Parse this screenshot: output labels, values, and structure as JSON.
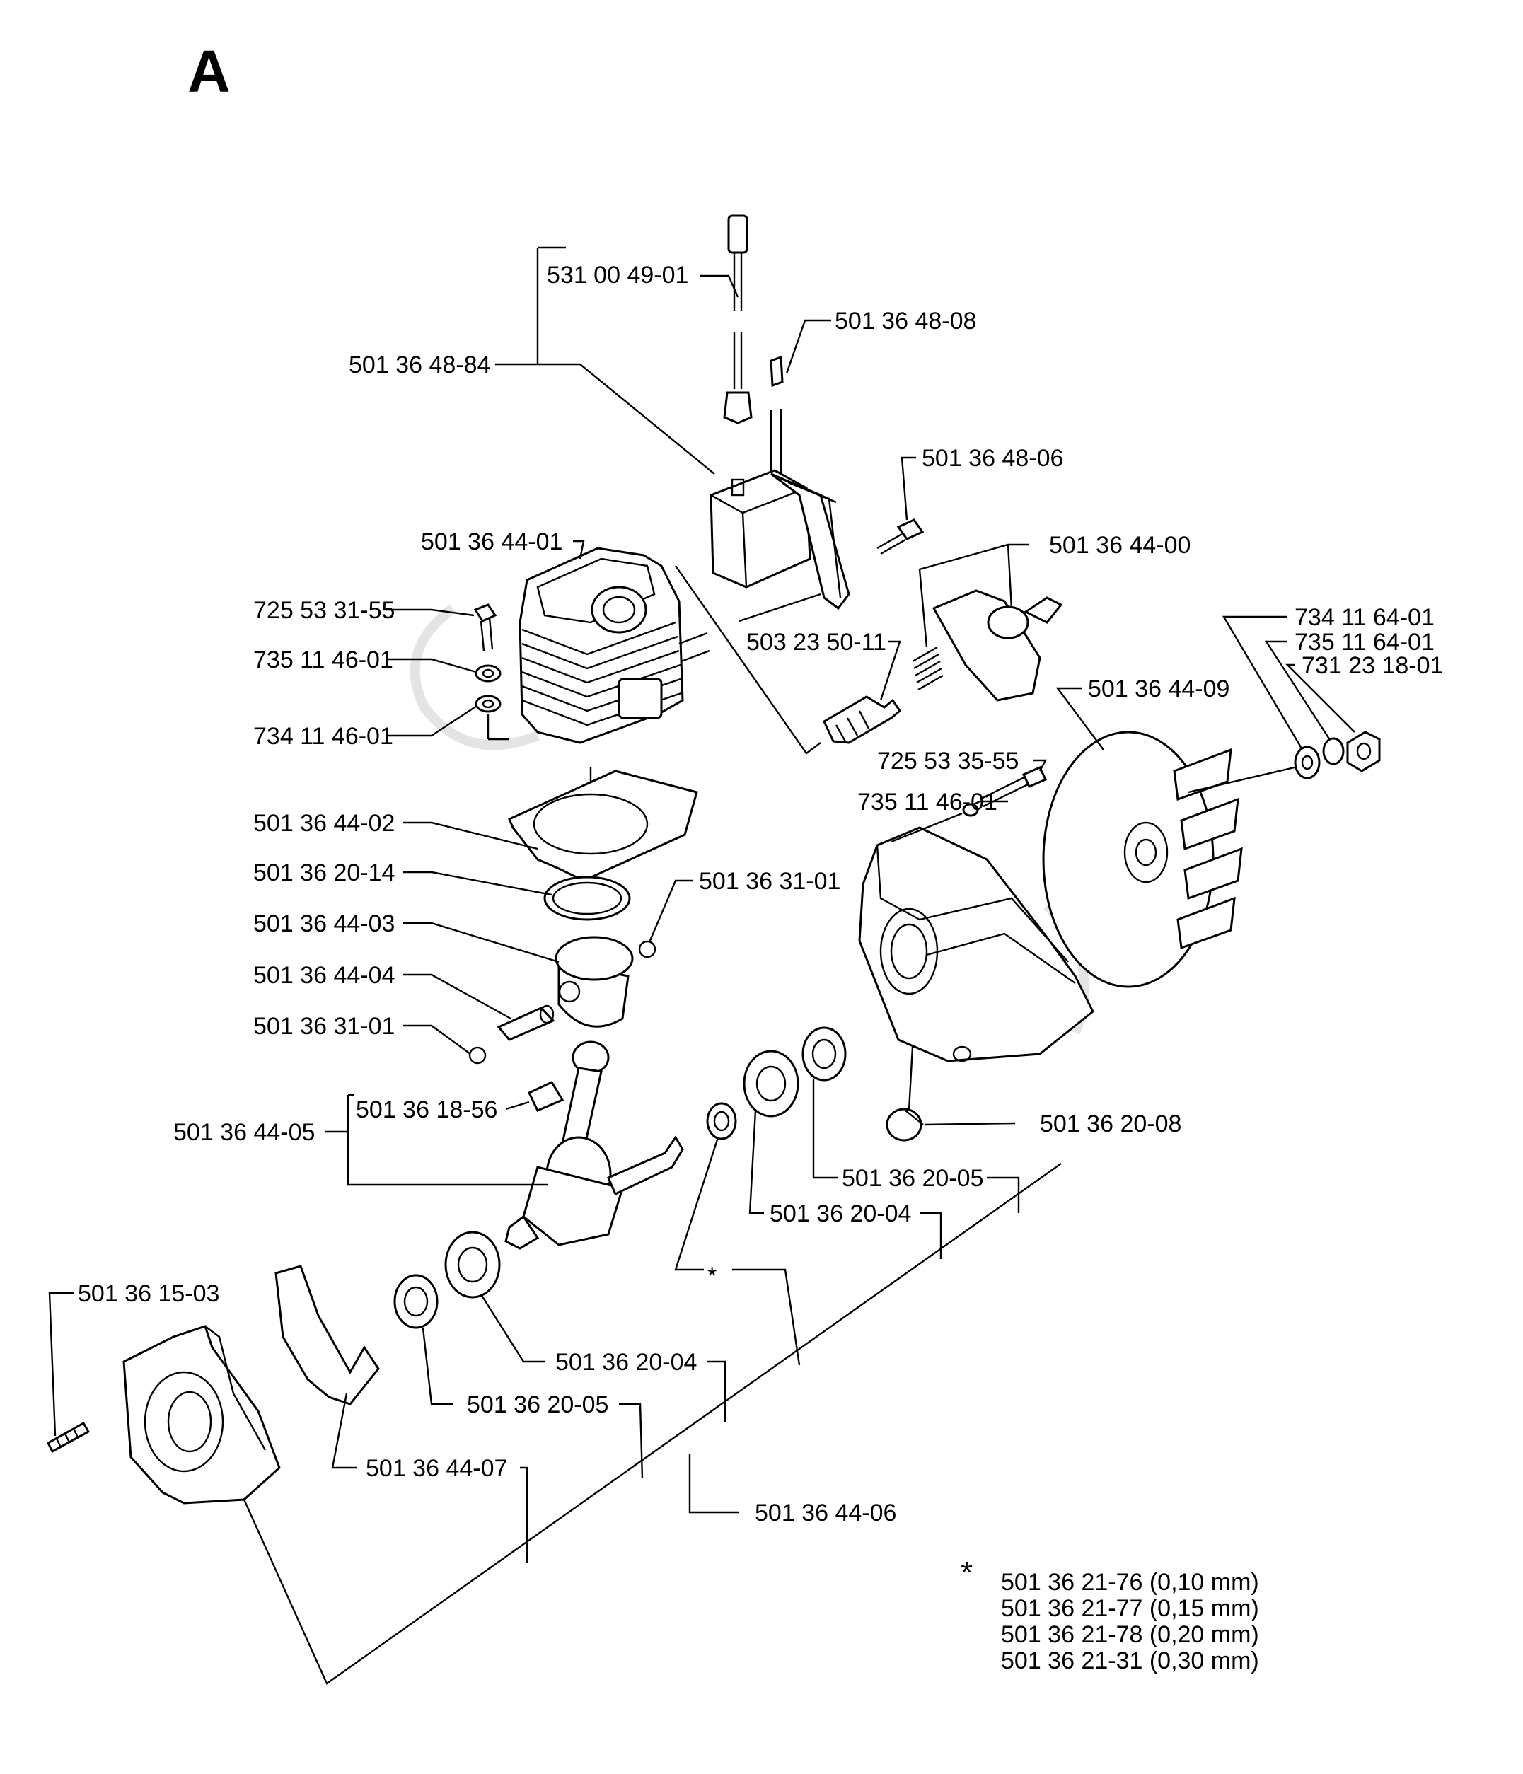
{
  "section_letter": "A",
  "callouts": [
    {
      "id": "c-531-00-49-01",
      "text": "531 00 49-01"
    },
    {
      "id": "c-501-36-48-08",
      "text": "501 36 48-08"
    },
    {
      "id": "c-501-36-48-84",
      "text": "501 36 48-84"
    },
    {
      "id": "c-501-36-48-06",
      "text": "501 36 48-06"
    },
    {
      "id": "c-501-36-44-01",
      "text": "501 36 44-01"
    },
    {
      "id": "c-501-36-44-00",
      "text": "501 36 44-00"
    },
    {
      "id": "c-725-53-31-55",
      "text": "725 53 31-55"
    },
    {
      "id": "c-734-11-64-01",
      "text": "734 11 64-01"
    },
    {
      "id": "c-735-11-64-01",
      "text": "735 11 64-01"
    },
    {
      "id": "c-503-23-50-11",
      "text": "503 23 50-11"
    },
    {
      "id": "c-735-11-46-01-a",
      "text": "735 11 46-01"
    },
    {
      "id": "c-731-23-18-01",
      "text": "731 23 18-01"
    },
    {
      "id": "c-501-36-44-09",
      "text": "501 36 44-09"
    },
    {
      "id": "c-734-11-46-01",
      "text": "734 11 46-01"
    },
    {
      "id": "c-725-53-35-55",
      "text": "725 53 35-55"
    },
    {
      "id": "c-735-11-46-01-b",
      "text": "735 11 46-01"
    },
    {
      "id": "c-501-36-44-02",
      "text": "501 36 44-02"
    },
    {
      "id": "c-501-36-20-14",
      "text": "501 36 20-14"
    },
    {
      "id": "c-501-36-31-01-a",
      "text": "501 36 31-01"
    },
    {
      "id": "c-501-36-44-03",
      "text": "501 36 44-03"
    },
    {
      "id": "c-501-36-44-04",
      "text": "501 36 44-04"
    },
    {
      "id": "c-501-36-31-01-b",
      "text": "501 36 31-01"
    },
    {
      "id": "c-501-36-18-56",
      "text": "501 36 18-56"
    },
    {
      "id": "c-501-36-44-05",
      "text": "501 36 44-05"
    },
    {
      "id": "c-501-36-20-08",
      "text": "501 36 20-08"
    },
    {
      "id": "c-501-36-20-05-a",
      "text": "501 36 20-05"
    },
    {
      "id": "c-501-36-20-04-a",
      "text": "501 36 20-04"
    },
    {
      "id": "c-star",
      "text": "*"
    },
    {
      "id": "c-501-36-15-03",
      "text": "501 36 15-03"
    },
    {
      "id": "c-501-36-20-04-b",
      "text": "501 36 20-04"
    },
    {
      "id": "c-501-36-20-05-b",
      "text": "501 36 20-05"
    },
    {
      "id": "c-501-36-44-07",
      "text": "501 36 44-07"
    },
    {
      "id": "c-501-36-44-06",
      "text": "501 36 44-06"
    }
  ],
  "footnote": {
    "marker": "*",
    "lines": [
      "501 36 21-76 (0,10 mm)",
      "501 36 21-77 (0,15 mm)",
      "501 36 21-78 (0,20 mm)",
      "501 36 21-31 (0,30 mm)"
    ]
  }
}
